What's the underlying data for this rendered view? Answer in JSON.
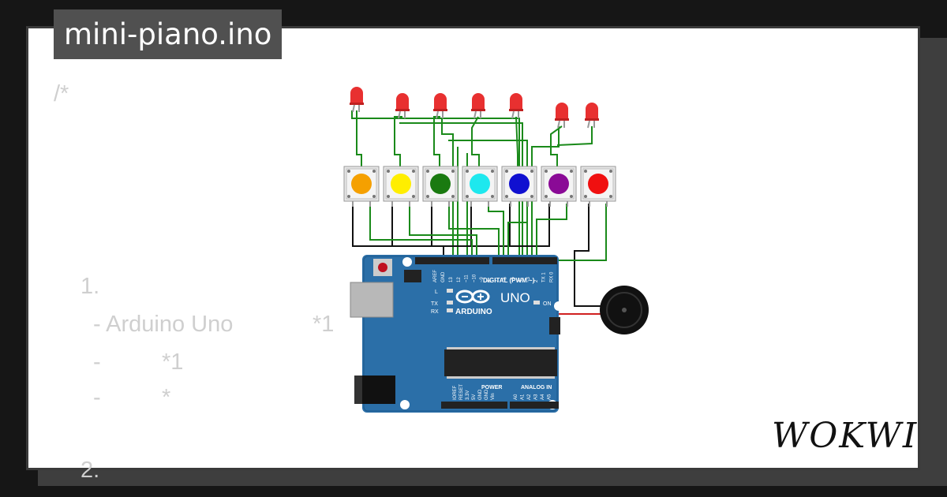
{
  "file_title": "mini-piano.ino",
  "code_lines": {
    "comment_open": "/*",
    "line1": "1.",
    "line2_a": "- Arduino Uno",
    "line2_b": "*1",
    "line3_a": "-",
    "line3_b": "*1",
    "line4_a": "-",
    "line4_b": "*",
    "line5": "2."
  },
  "board": {
    "brand": "ARDUINO",
    "model": "UNO",
    "digital_label": "DIGITAL (PWM ~)",
    "power_label": "POWER",
    "analog_label": "ANALOG IN",
    "on_label": "ON",
    "l_label": "L",
    "tx_label": "TX",
    "rx_label": "RX",
    "aref_label": "AREF",
    "gnd_label": "GND",
    "header_pins": [
      "13",
      "12",
      "~11",
      "~10",
      "~9",
      "8",
      "7",
      "~6",
      "~5",
      "4",
      "~3",
      "2",
      "TX 1",
      "RX 0"
    ],
    "power_pins": [
      "IOREF",
      "RESET",
      "3.3V",
      "5V",
      "GND",
      "GND",
      "Vin"
    ],
    "analog_pins": [
      "A0",
      "A1",
      "A2",
      "A3",
      "A4",
      "A5"
    ]
  },
  "buttons": {
    "colors": [
      "#f5a000",
      "#ffee00",
      "#1a7a10",
      "#1ee8ee",
      "#1010d0",
      "#8a0a96",
      "#f01010"
    ]
  },
  "led_color": "#e83030",
  "wire_green": "#1a8a1a",
  "brand_logo": "WOKWI"
}
